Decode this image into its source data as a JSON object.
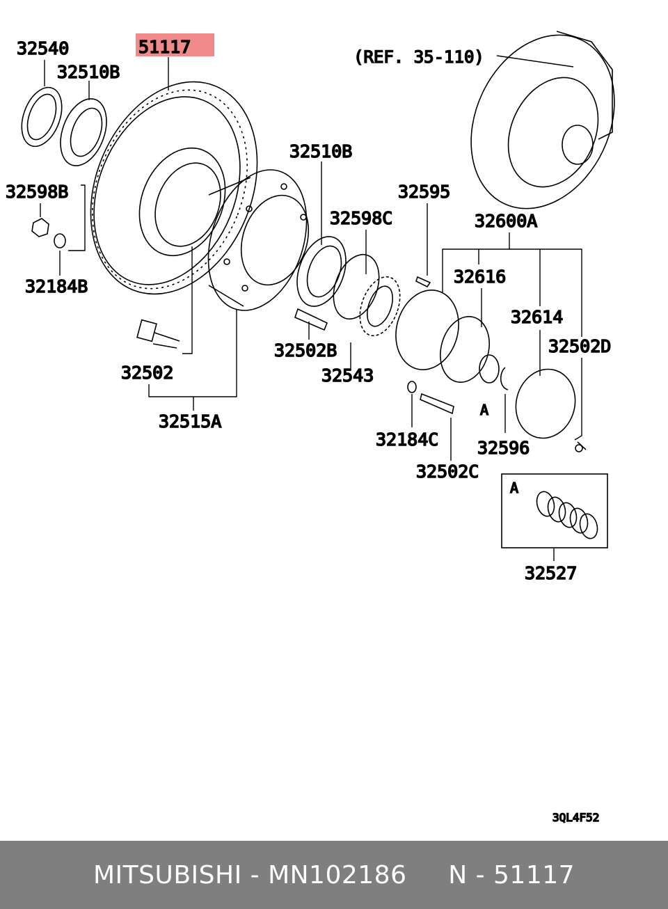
{
  "diagram": {
    "highlight_label": "51117",
    "highlight_color": "#f08a8a",
    "ref_note": "(REF. 35-110)",
    "drawing_code": "3QL4F52",
    "detail_marker": "A",
    "labels": {
      "p32540": "32540",
      "p32510b_left": "32510B",
      "p32598b": "32598B",
      "p32184b": "32184B",
      "p32502": "32502",
      "p32515a": "32515A",
      "p32510b_mid": "32510B",
      "p32598c": "32598C",
      "p32595": "32595",
      "p32502b": "32502B",
      "p32543": "32543",
      "p32600a": "32600A",
      "p32616": "32616",
      "p32614": "32614",
      "p32502d": "32502D",
      "p32184c": "32184C",
      "p32502c": "32502C",
      "p32596": "32596",
      "p32527": "32527"
    }
  },
  "footer": {
    "text": "MITSUBISHI - MN102186     N - 51117"
  }
}
